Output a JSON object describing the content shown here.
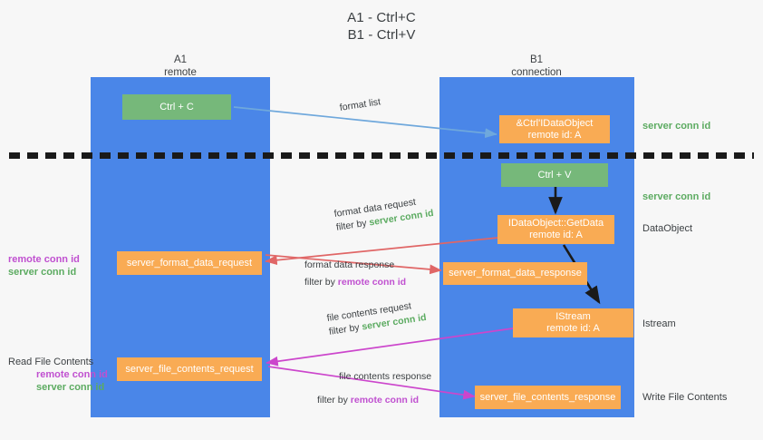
{
  "title": {
    "line1": "A1 - Ctrl+C",
    "line2": "B1 - Ctrl+V"
  },
  "columns": [
    {
      "name": "A1",
      "sub": "remote"
    },
    {
      "name": "B1",
      "sub": "connection"
    }
  ],
  "nodes": {
    "ctrl_c": {
      "label": "Ctrl + C",
      "sub": ""
    },
    "idataobject_arrival": {
      "label": "&Ctrl'IDataObject",
      "sub": "remote id: A"
    },
    "ctrl_v": {
      "label": "Ctrl + V",
      "sub": ""
    },
    "idataobject_getdata": {
      "label": "IDataObject::GetData",
      "sub": "remote id: A"
    },
    "istream": {
      "label": "IStream",
      "sub": "remote id: A"
    },
    "server_format_data_request": {
      "label": "server_format_data_request",
      "sub": ""
    },
    "server_format_data_response": {
      "label": "server_format_data_response",
      "sub": ""
    },
    "server_file_contents_request": {
      "label": "server_file_contents_request",
      "sub": ""
    },
    "server_file_contents_response": {
      "label": "server_file_contents_response",
      "sub": ""
    }
  },
  "edge_labels": {
    "format_list": {
      "line1": "format list",
      "line2": ""
    },
    "format_data_request": {
      "line1": "format data request",
      "filter_prefix": "filter by ",
      "filter_value": "server conn id"
    },
    "format_data_response": {
      "line1": "format data response",
      "filter_prefix": "filter by ",
      "filter_value": "remote conn id"
    },
    "file_contents_request": {
      "line1": "file contents request",
      "filter_prefix": "filter by ",
      "filter_value": "server conn id"
    },
    "file_contents_response": {
      "line1": "file contents response",
      "filter_prefix": "filter by ",
      "filter_value": "remote conn id"
    }
  },
  "annotations": {
    "right_server_conn_id_top": "server conn id",
    "right_server_conn_id_mid": "server conn id",
    "right_dataobject": "DataObject",
    "right_istream": "Istream",
    "right_write_file_contents": "Write File Contents",
    "left_format_remote": "remote conn id",
    "left_format_server": "server conn id",
    "left_read_file_contents": "Read File Contents",
    "left_file_remote": "remote conn id",
    "left_file_server": "server conn id"
  },
  "colors": {
    "lane": "#4a86e8",
    "green_box": "#76b87a",
    "orange_box": "#f9ab54",
    "arrow_light_blue": "#6fa8dc",
    "arrow_red": "#e06666",
    "arrow_magenta": "#cc46cc",
    "arrow_black": "#1a1a1a",
    "green_text": "#5cab61",
    "purple_text": "#c050d0",
    "background": "#f7f7f7"
  }
}
